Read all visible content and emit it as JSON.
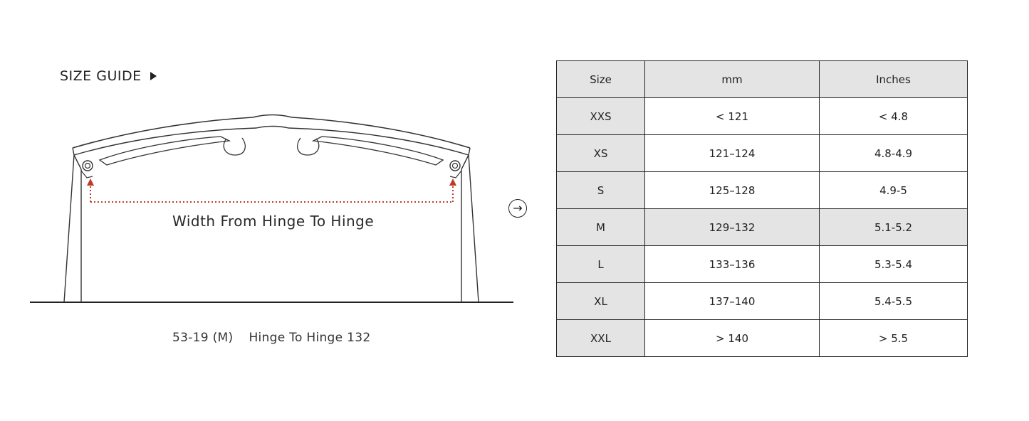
{
  "header": {
    "title": "SIZE GUIDE",
    "icon": "play-icon"
  },
  "diagram": {
    "label": "Width From Hinge To Hinge",
    "arrow_color": "#c0392b"
  },
  "caption": {
    "size": "53-19 (M)",
    "hinge": "Hinge To Hinge 132"
  },
  "next_button": {
    "icon": "arrow-right-icon",
    "glyph": "→"
  },
  "table": {
    "headers": [
      "Size",
      "mm",
      "Inches"
    ],
    "rows": [
      {
        "size": "XXS",
        "mm": "< 121",
        "inches": "< 4.8"
      },
      {
        "size": "XS",
        "mm": "121–124",
        "inches": "4.8-4.9"
      },
      {
        "size": "S",
        "mm": "125–128",
        "inches": "4.9-5"
      },
      {
        "size": "M",
        "mm": "129–132",
        "inches": "5.1-5.2"
      },
      {
        "size": "L",
        "mm": "133–136",
        "inches": "5.3-5.4"
      },
      {
        "size": "XL",
        "mm": "137–140",
        "inches": "5.4-5.5"
      },
      {
        "size": "XXL",
        "mm": "> 140",
        "inches": "> 5.5"
      }
    ],
    "highlighted_row": "M"
  }
}
